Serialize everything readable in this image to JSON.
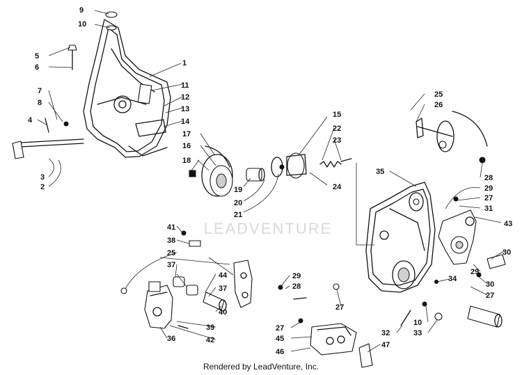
{
  "watermark": "LEADVENTURE",
  "credit": "Rendered by LeadVenture, Inc.",
  "callouts": {
    "c1": "1",
    "c2": "2",
    "c3": "3",
    "c4": "4",
    "c5": "5",
    "c6": "6",
    "c7": "7",
    "c8": "8",
    "c9": "9",
    "c10a": "10",
    "c10b": "10",
    "c11": "11",
    "c12": "12",
    "c13": "13",
    "c14": "14",
    "c15": "15",
    "c16": "16",
    "c17": "17",
    "c18": "18",
    "c19": "19",
    "c20": "20",
    "c21": "21",
    "c22": "22",
    "c23": "23",
    "c24": "24",
    "c25a": "25",
    "c25b": "25",
    "c26": "26",
    "c27a": "27",
    "c27b": "27",
    "c27c": "27",
    "c27d": "27",
    "c28a": "28",
    "c28b": "28",
    "c29a": "29",
    "c29b": "29",
    "c29c": "29",
    "c30a": "30",
    "c30b": "30",
    "c31": "31",
    "c32": "32",
    "c33": "33",
    "c34": "34",
    "c35": "35",
    "c36": "36",
    "c37a": "37",
    "c37b": "37",
    "c38": "38",
    "c39": "39",
    "c40": "40",
    "c41": "41",
    "c42": "42",
    "c43": "43",
    "c44": "44",
    "c45": "45",
    "c46": "46",
    "c47": "47"
  }
}
